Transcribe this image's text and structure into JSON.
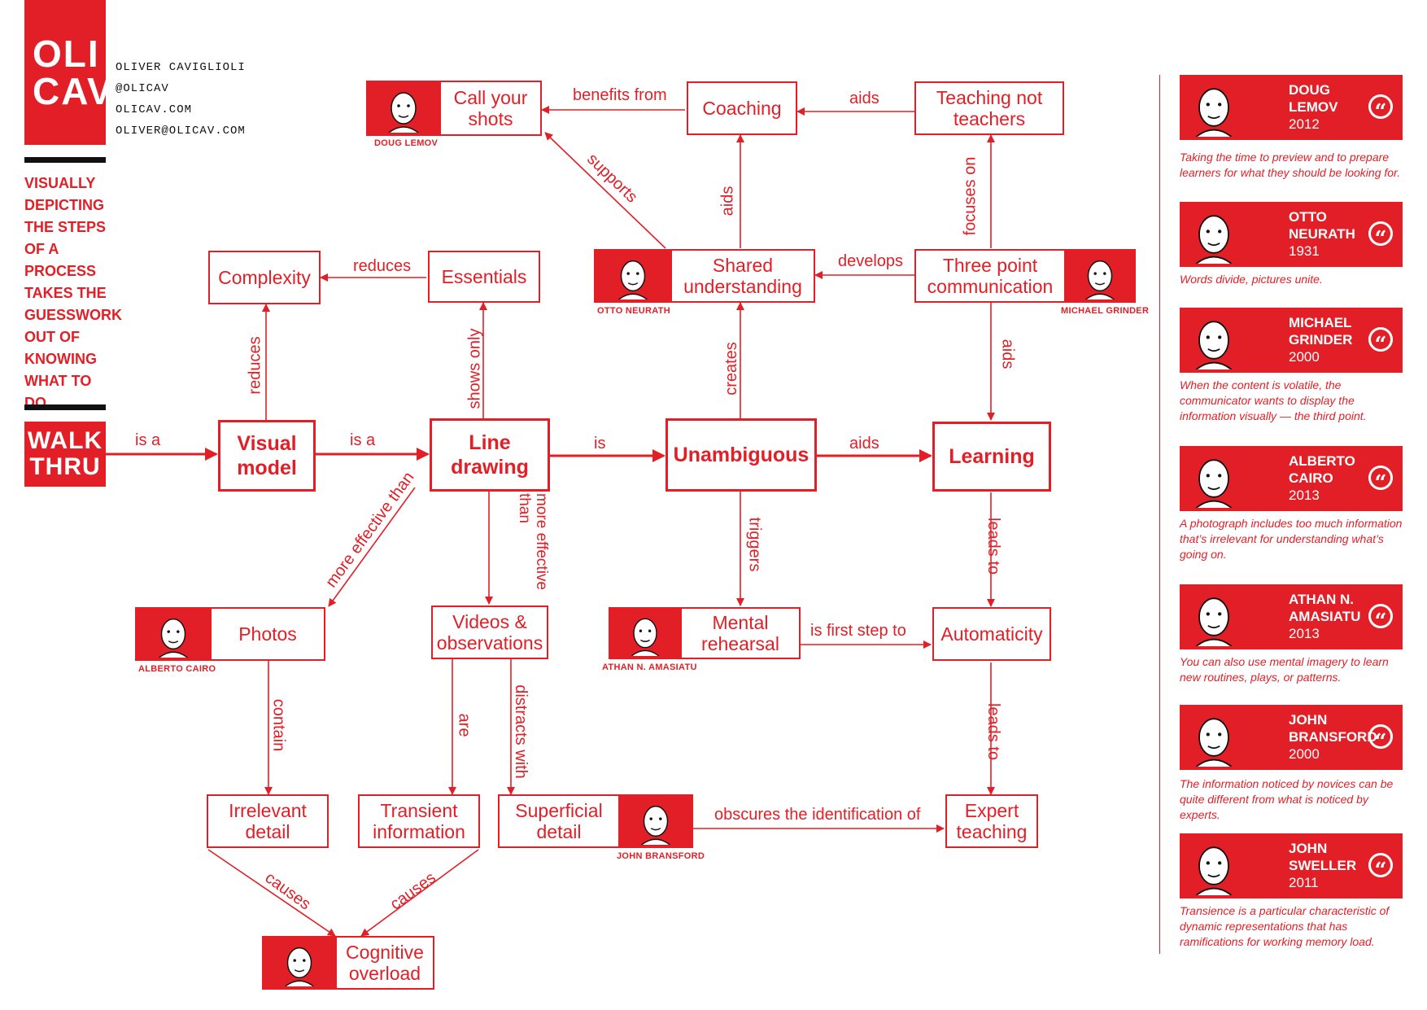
{
  "brand": {
    "logo_line1": "OLI",
    "logo_line2": "CAV",
    "author_lines": [
      "OLIVER CAVIGLIOLI",
      "@OLICAV",
      "OLICAV.COM",
      "OLIVER@OLICAV.COM"
    ],
    "tagline": "VISUALLY DEPICTING THE STEPS OF A PROCESS TAKES THE GUESSWORK OUT OF KNOWING WHAT TO DO.",
    "walkthru_line1": "WALK",
    "walkthru_line2": "THRU"
  },
  "nodes": {
    "visual_model": "Visual model",
    "line_drawing": "Line drawing",
    "unambiguous": "Unambiguous",
    "learning": "Learning",
    "complexity": "Complexity",
    "essentials": "Essentials",
    "call_your_shots": "Call your shots",
    "coaching": "Coaching",
    "teaching_not_teachers": "Teaching not teachers",
    "shared_understanding": "Shared understanding",
    "three_point_communication": "Three point communication",
    "photos": "Photos",
    "videos_observations": "Videos & observations",
    "mental_rehearsal": "Mental rehearsal",
    "automaticity": "Automaticity",
    "irrelevant_detail": "Irrelevant detail",
    "transient_information": "Transient information",
    "superficial_detail": "Superficial detail",
    "expert_teaching": "Expert teaching",
    "cognitive_overload": "Cognitive overload"
  },
  "edge_labels": {
    "walkthru_visual": "is a",
    "visual_line": "is a",
    "line_unambiguous": "is",
    "unambiguous_learning": "aids",
    "visual_complexity": "reduces",
    "essentials_complexity": "reduces",
    "line_essentials": "shows only",
    "unambiguous_shared": "creates",
    "shared_coaching": "aids",
    "shared_call": "supports",
    "coaching_call": "benefits from",
    "teaching_coaching": "aids",
    "three_teaching": "focuses on",
    "three_shared": "develops",
    "three_learning": "aids",
    "line_photos": "more effective than",
    "line_videos": "more effective than",
    "unambiguous_mental": "triggers",
    "mental_automaticity": "is first step to",
    "learning_automaticity": "leads to",
    "automaticity_expert": "leads to",
    "photos_irrelevant": "contain",
    "videos_transient": "are",
    "videos_superficial": "distracts with",
    "superficial_expert": "obscures the identification of",
    "irrelevant_cognitive": "causes",
    "transient_cognitive": "causes"
  },
  "portrait_labels": {
    "lemov": "DOUG LEMOV",
    "neurath": "OTTO NEURATH",
    "grinder": "MICHAEL GRINDER",
    "cairo": "ALBERTO CAIRO",
    "amasiatu": "ATHAN N. AMASIATU",
    "bransford": "JOHN BRANSFORD"
  },
  "quotes": [
    {
      "name1": "DOUG",
      "name2": "LEMOV",
      "year": "2012",
      "text": "Taking the time to preview and to prepare learners for what they should be looking for."
    },
    {
      "name1": "OTTO",
      "name2": "NEURATH",
      "year": "1931",
      "text": "Words divide, pictures unite."
    },
    {
      "name1": "MICHAEL",
      "name2": "GRINDER",
      "year": "2000",
      "text": "When the content is volatile, the communicator wants to display the information visually — the third point."
    },
    {
      "name1": "ALBERTO",
      "name2": "CAIRO",
      "year": "2013",
      "text": "A photograph includes too much information that’s irrelevant for understanding what’s going on."
    },
    {
      "name1": "ATHAN N.",
      "name2": "AMASIATU",
      "year": "2013",
      "text": "You can also use mental imagery to learn new routines, plays, or patterns."
    },
    {
      "name1": "JOHN",
      "name2": "BRANSFORD",
      "year": "2000",
      "text": "The information noticed by novices can be quite different from what is noticed by experts."
    },
    {
      "name1": "JOHN",
      "name2": "SWELLER",
      "year": "2011",
      "text": "Transience is a particular characteristic of dynamic representations that has ramifications for working memory load."
    }
  ],
  "colors": {
    "accent": "#e21f26",
    "ink": "#111111"
  }
}
